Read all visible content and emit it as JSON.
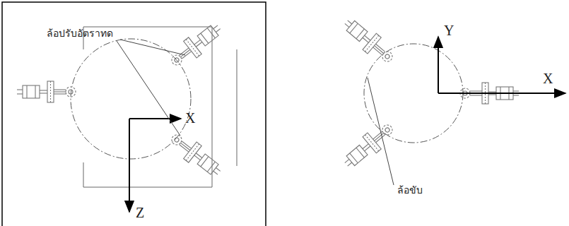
{
  "diagram": {
    "labels": [
      "ล้อปรับอัตราทด",
      "X",
      "Z",
      "Y",
      "X",
      "ล้อขับ"
    ]
  }
}
